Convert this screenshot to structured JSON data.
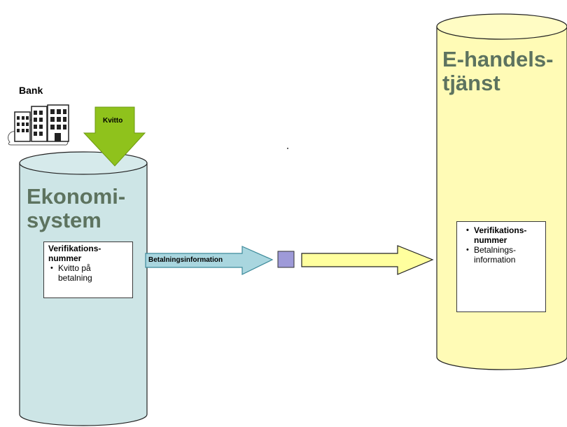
{
  "bank": {
    "label": "Bank",
    "icon": "bank-building-icon"
  },
  "kvitto_arrow": {
    "label": "Kvitto",
    "color": "#8fc21c"
  },
  "ekonomisystem": {
    "title_line1": "Ekonomi-",
    "title_line2": "system",
    "color": "#cde5e6",
    "box": {
      "heading_line1": "Verifikations-",
      "heading_line2": "nummer",
      "items": [
        "Kvitto på betalning"
      ],
      "item_lines": [
        "Kvitto på",
        "betalning"
      ]
    }
  },
  "betalning_arrow": {
    "label": "Betalningsinformation",
    "color": "#a9d6df"
  },
  "connector_square": {
    "color": "#9e9ad8"
  },
  "yellow_arrow": {
    "color": "#ffff9e"
  },
  "ehandel": {
    "title_line1": "E-handels-",
    "title_line2": "tjänst",
    "color": "#fffbb6",
    "box": {
      "items": [
        {
          "lines": [
            "Verifikations-",
            "nummer"
          ],
          "bold": true
        },
        {
          "lines": [
            "Betalnings-",
            "information"
          ],
          "bold": false
        }
      ]
    }
  }
}
